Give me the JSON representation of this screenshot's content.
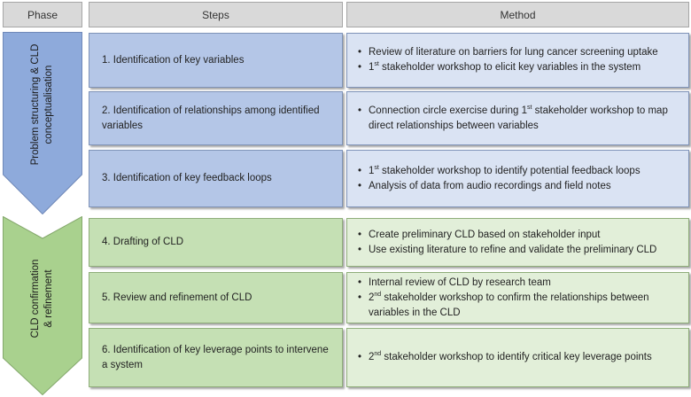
{
  "headers": {
    "phase": "Phase",
    "steps": "Steps",
    "method": "Method"
  },
  "colors": {
    "phase1": "#8eaadb",
    "phase2": "#a9d18e",
    "blue_step": "#b4c6e7",
    "blue_method": "#dae3f3",
    "green_step": "#c5e0b4",
    "green_method": "#e2efd9"
  },
  "phases": [
    {
      "line1": "Problem structuring & CLD",
      "line2": "conceptualisation"
    },
    {
      "line1": "CLD confirmation",
      "line2": "& refinement"
    }
  ],
  "rows": [
    {
      "step": "1. Identification of key variables",
      "methods": [
        {
          "pre": "Review of literature on barriers for lung cancer screening uptake",
          "sup": "",
          "post": ""
        },
        {
          "pre": "1",
          "sup": "st",
          "post": " stakeholder workshop to elicit key variables in the system"
        }
      ]
    },
    {
      "step": "2. Identification of relationships among identified variables",
      "methods": [
        {
          "pre": "Connection circle exercise during 1",
          "sup": "st",
          "post": " stakeholder workshop to map direct relationships between variables"
        }
      ]
    },
    {
      "step": "3. Identification of key feedback loops",
      "methods": [
        {
          "pre": "1",
          "sup": "st",
          "post": " stakeholder workshop to identify potential feedback loops"
        },
        {
          "pre": "Analysis of data from audio recordings and field notes",
          "sup": "",
          "post": ""
        }
      ]
    },
    {
      "step": "4. Drafting of CLD",
      "methods": [
        {
          "pre": "Create preliminary CLD based on stakeholder input",
          "sup": "",
          "post": ""
        },
        {
          "pre": "Use existing literature to refine and validate the preliminary CLD",
          "sup": "",
          "post": ""
        }
      ]
    },
    {
      "step": "5. Review and refinement of CLD",
      "methods": [
        {
          "pre": "Internal review of CLD by research team",
          "sup": "",
          "post": ""
        },
        {
          "pre": "2",
          "sup": "nd",
          "post": " stakeholder workshop to confirm the relationships between variables in the CLD"
        }
      ]
    },
    {
      "step": "6. Identification of key leverage points to intervene a system",
      "methods": [
        {
          "pre": "2",
          "sup": "nd",
          "post": " stakeholder workshop to identify critical key leverage points"
        }
      ]
    }
  ]
}
